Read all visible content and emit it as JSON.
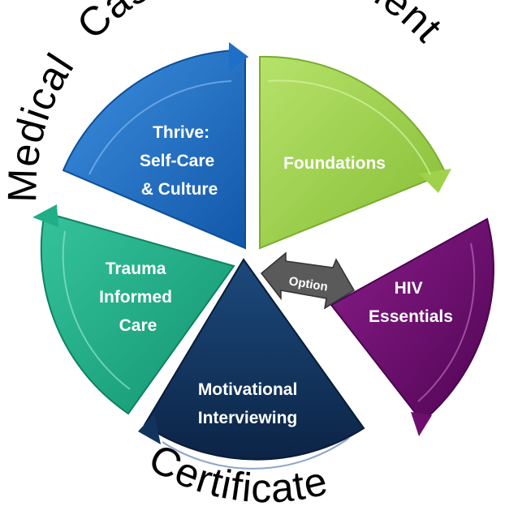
{
  "title_top": [
    "Medical",
    "Case",
    "Management"
  ],
  "title_bottom": "Certificate",
  "segments": [
    {
      "id": "thrive",
      "lines": [
        "Thrive:",
        "Self-Care",
        "& Culture"
      ],
      "color": "#1f6fc8",
      "dark": "#0f4fa0"
    },
    {
      "id": "foundations",
      "lines": [
        "Foundations"
      ],
      "color": "#9fd24a",
      "dark": "#7cb52e"
    },
    {
      "id": "hiv",
      "lines": [
        "HIV",
        "Essentials"
      ],
      "color": "#6e0f6e",
      "dark": "#4e0550"
    },
    {
      "id": "motivational",
      "lines": [
        "Motivational",
        "Interviewing"
      ],
      "color": "#13335f",
      "dark": "#0a2246"
    },
    {
      "id": "trauma",
      "lines": [
        "Trauma",
        "Informed",
        "Care"
      ],
      "color": "#1fae88",
      "dark": "#13896a"
    }
  ],
  "option_label": "Option",
  "option_color": "#555555"
}
